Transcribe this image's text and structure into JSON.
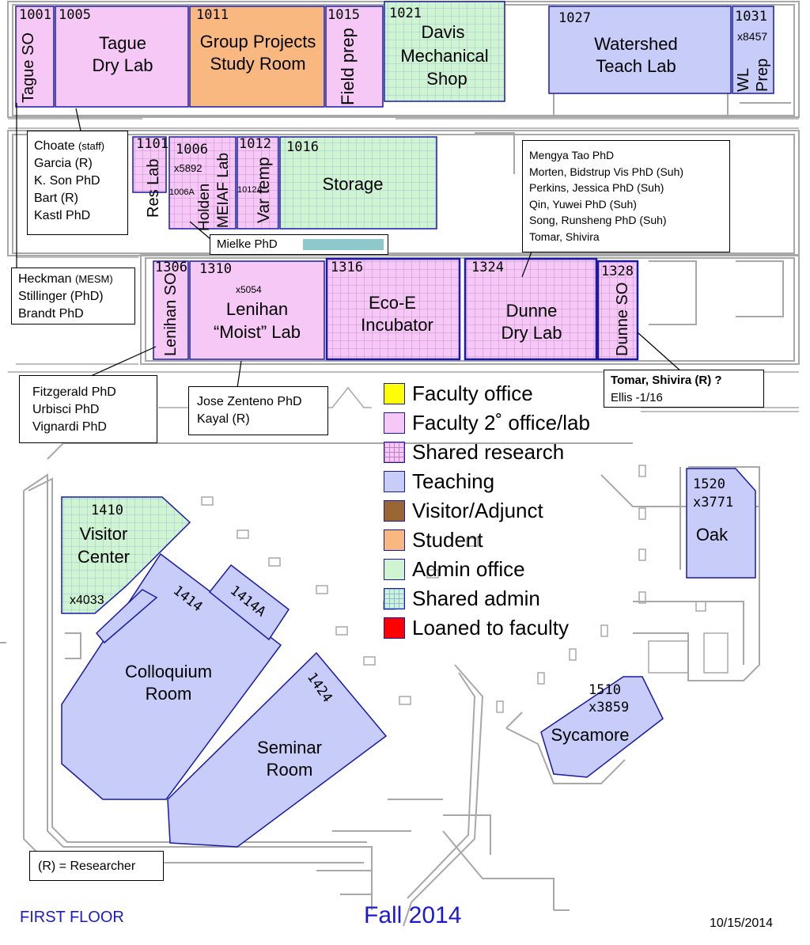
{
  "colors": {
    "faculty_office": "#ffff00",
    "faculty_2nd": "#f6c8f6",
    "shared_research": "#f6c8f6",
    "teaching": "#c8ccf8",
    "visitor_adjunct": "#9a6633",
    "student": "#f8b880",
    "admin_office": "#d0f4d0",
    "shared_admin": "#d0f4d0",
    "loaned": "#ff0000",
    "wall": "#a8a8a8",
    "room_border": "#1a1aa8"
  },
  "rooms": {
    "r1001": {
      "num": "1001",
      "name": "Tague SO"
    },
    "r1005": {
      "num": "1005",
      "name1": "Tague",
      "name2": "Dry Lab"
    },
    "r1011": {
      "num": "1011",
      "name1": "Group Projects",
      "name2": "Study Room"
    },
    "r1015": {
      "num": "1015",
      "name": "Field prep"
    },
    "r1021": {
      "num": "1021",
      "name1": "Davis",
      "name2": "Mechanical",
      "name3": "Shop"
    },
    "r1027": {
      "num": "1027",
      "name1": "Watershed",
      "name2": "Teach Lab"
    },
    "r1031": {
      "num": "1031",
      "ext": "x8457",
      "name1": "WL",
      "name2": "Prep"
    },
    "r1101": {
      "num": "1101",
      "name": "Res Lab"
    },
    "r1006": {
      "num": "1006",
      "ext": "x5892",
      "sub": "1006A",
      "name1": "Holden",
      "name2": "MEIAF Lab"
    },
    "r1012": {
      "num": "1012",
      "sub": "1012A",
      "name": "Var temp"
    },
    "r1016": {
      "num": "1016",
      "name": "Storage"
    },
    "r1306": {
      "num": "1306",
      "name": "Lenihan SO"
    },
    "r1310": {
      "num": "1310",
      "ext": "x5054",
      "name1": "Lenihan",
      "name2": "“Moist” Lab"
    },
    "r1316": {
      "num": "1316",
      "name1": "Eco-E",
      "name2": "Incubator"
    },
    "r1324": {
      "num": "1324",
      "name1": "Dunne",
      "name2": "Dry Lab"
    },
    "r1328": {
      "num": "1328",
      "name": "Dunne SO"
    },
    "r1410": {
      "num": "1410",
      "name1": "Visitor",
      "name2": "Center",
      "ext": "x4033"
    },
    "r1414": {
      "num": "1414",
      "name1": "Colloquium",
      "name2": "Room"
    },
    "r1414a": {
      "num": "1414A"
    },
    "r1424": {
      "num": "1424",
      "name1": "Seminar",
      "name2": "Room"
    },
    "r1510": {
      "num": "1510",
      "ext": "x3859",
      "name": "Sycamore"
    },
    "r1520": {
      "num": "1520",
      "ext": "x3771",
      "name": "Oak"
    }
  },
  "boxes": {
    "choate": [
      "Choate",
      "(staff)",
      "Garcia (R)",
      "K. Son PhD",
      "Bart (R)",
      "Kastl PhD"
    ],
    "heckman": [
      "Heckman",
      "(MESM)",
      "Stillinger (PhD)",
      "Brandt PhD"
    ],
    "fitzgerald": [
      "Fitzgerald PhD",
      "Urbisci PhD",
      "Vignardi PhD"
    ],
    "zenteno": [
      "Jose Zenteno PhD",
      "Kayal (R)"
    ],
    "mielke": "Mielke PhD",
    "mengya": [
      "Mengya Tao PhD",
      "Morten, Bidstrup Vis PhD (Suh)",
      "Perkins, Jessica PhD (Suh)",
      "Qin, Yuwei PhD (Suh)",
      "Song, Runsheng PhD (Suh)",
      "Tomar, Shivira"
    ],
    "tomar": [
      "Tomar, Shivira (R) ?",
      "Ellis  -1/16"
    ],
    "researcher": "(R) = Researcher"
  },
  "legend": [
    {
      "label": "Faculty office",
      "key": "faculty_office"
    },
    {
      "label": "Faculty 2˚ office/lab",
      "key": "faculty_2nd"
    },
    {
      "label": "Shared research",
      "key": "shared_research"
    },
    {
      "label": "Teaching",
      "key": "teaching"
    },
    {
      "label": "Visitor/Adjunct",
      "key": "visitor_adjunct"
    },
    {
      "label": "Student",
      "key": "student"
    },
    {
      "label": "Admin office",
      "key": "admin_office"
    },
    {
      "label": "Shared admin",
      "key": "shared_admin"
    },
    {
      "label": "Loaned to faculty",
      "key": "loaned"
    }
  ],
  "footer": {
    "floor": "FIRST FLOOR",
    "term": "Fall 2014",
    "date": "10/15/2014"
  }
}
